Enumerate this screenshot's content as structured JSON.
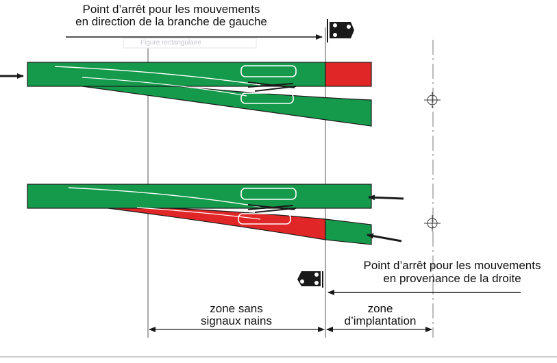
{
  "labels": {
    "top_stop_line1": "Point d’arrêt pour les mouvements",
    "top_stop_line2": "en direction de la branche de gauche",
    "right_stop_line1": "Point d’arrêt pour les mouvements",
    "right_stop_line2": "en provenance de la  droite",
    "zone_left_line1": "zone sans",
    "zone_left_line2": "signaux nains",
    "zone_right_line1": "zone",
    "zone_right_line2": "d’implantation",
    "faint_tag": "Figure rectangulaire"
  },
  "colors": {
    "track_green": "#159a4c",
    "track_red": "#e02626",
    "outline": "#1a1a1a",
    "line": "#333333",
    "signal": "#1a1a1a"
  },
  "icons": [
    "arrow-icon",
    "dwarf-signal-icon",
    "crosshair-icon",
    "switch-blade-icon"
  ]
}
